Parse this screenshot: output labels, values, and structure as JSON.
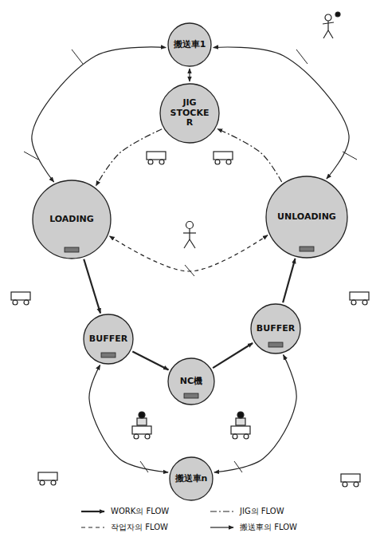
{
  "diagram": {
    "nodes": [
      {
        "text": [
          "搬送車1"
        ]
      },
      {
        "text": [
          "JIG STOCKER"
        ]
      },
      {
        "text": [
          "LOADING"
        ]
      },
      {
        "text": [
          "UNLOADING"
        ]
      },
      {
        "text": [
          "BUFFER"
        ]
      },
      {
        "text": [
          "BUFFER"
        ]
      },
      {
        "text": [
          "NC機"
        ]
      },
      {
        "text": [
          "搬送車n"
        ]
      }
    ],
    "edges": [
      {
        "from": 2,
        "to": 4,
        "arrow": "to"
      },
      {
        "from": 4,
        "to": 6,
        "arrow": "to"
      },
      {
        "from": 6,
        "to": 5,
        "arrow": "to"
      },
      {
        "from": 5,
        "to": 3,
        "arrow": "to"
      },
      {
        "from": 1,
        "to": 2,
        "arrow": "to"
      },
      {
        "from": 3,
        "to": 1,
        "arrow": "to"
      },
      {
        "from": 0,
        "to": 2,
        "arrow": "both"
      },
      {
        "from": 0,
        "to": 3,
        "arrow": "both"
      },
      {
        "from": 0,
        "to": 1,
        "arrow": "both"
      },
      {
        "from": 7,
        "to": 4,
        "arrow": "both"
      },
      {
        "from": 7,
        "to": 5,
        "arrow": "both"
      },
      {
        "from": 2,
        "to": 3,
        "arrow": "both"
      }
    ],
    "legend": [
      {
        "text": "WORK의 FLOW"
      },
      {
        "text": "JIG의 FLOW"
      },
      {
        "text": "작업자의 FLOW"
      },
      {
        "text": "搬送車의 FLOW"
      }
    ]
  }
}
